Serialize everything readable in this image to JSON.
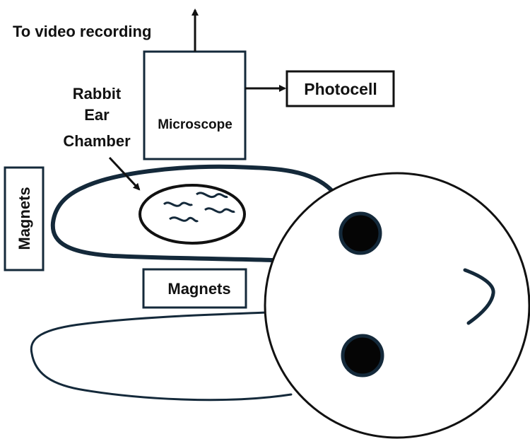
{
  "labels": {
    "video": "To video recording",
    "microscope": "Microscope",
    "photocell": "Photocell",
    "chamber_line1": "Rabbit",
    "chamber_line2": "Ear",
    "chamber_line3": "Chamber",
    "magnets_left": "Magnets",
    "magnets_middle": "Magnets"
  },
  "colors": {
    "ear_outline": "#14293a",
    "ink": "#111111",
    "eye_fill": "#050505",
    "background": "#ffffff"
  }
}
